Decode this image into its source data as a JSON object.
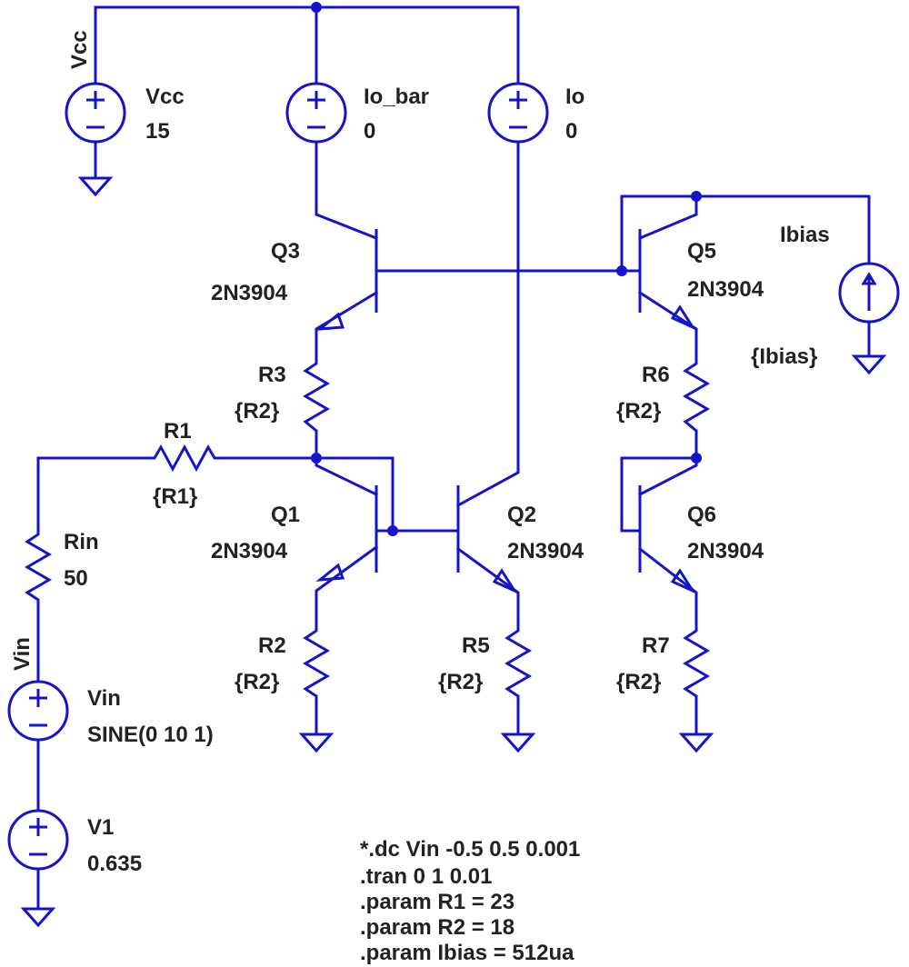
{
  "colors": {
    "wire": "#1414c8",
    "text": "#222222",
    "background": "#ffffff"
  },
  "nets": {
    "vcc": "Vcc",
    "vin": "Vin"
  },
  "sources": {
    "vcc": {
      "name": "Vcc",
      "value": "15"
    },
    "io_bar": {
      "name": "Io_bar",
      "value": "0"
    },
    "io": {
      "name": "Io",
      "value": "0"
    },
    "vin": {
      "name": "Vin",
      "value": "SINE(0 10 1)"
    },
    "v1": {
      "name": "V1",
      "value": "0.635"
    },
    "ibias": {
      "name": "Ibias",
      "value": "{Ibias}"
    }
  },
  "transistors": {
    "q1": {
      "name": "Q1",
      "model": "2N3904"
    },
    "q2": {
      "name": "Q2",
      "model": "2N3904"
    },
    "q3": {
      "name": "Q3",
      "model": "2N3904"
    },
    "q5": {
      "name": "Q5",
      "model": "2N3904"
    },
    "q6": {
      "name": "Q6",
      "model": "2N3904"
    }
  },
  "resistors": {
    "r1": {
      "name": "R1",
      "value": "{R1}"
    },
    "r2": {
      "name": "R2",
      "value": "{R2}"
    },
    "r3": {
      "name": "R3",
      "value": "{R2}"
    },
    "r5": {
      "name": "R5",
      "value": "{R2}"
    },
    "r6": {
      "name": "R6",
      "value": "{R2}"
    },
    "r7": {
      "name": "R7",
      "value": "{R2}"
    },
    "rin": {
      "name": "Rin",
      "value": "50"
    }
  },
  "directives": [
    "*.dc Vin -0.5 0.5 0.001",
    ".tran 0 1 0.01",
    ".param R1 = 23",
    ".param R2 = 18",
    ".param Ibias = 512ua"
  ]
}
